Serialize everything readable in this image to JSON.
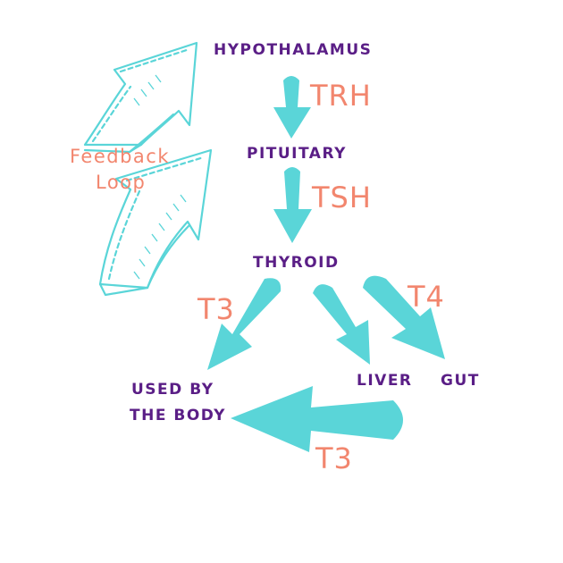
{
  "colors": {
    "arrow": "#5ad5d8",
    "node_text": "#5a1e86",
    "hormone_text": "#f2866e",
    "outline_arrow": "#5ad5d8"
  },
  "nodes": {
    "hypothalamus": "HYPOTHALAMUS",
    "pituitary": "PITUITARY",
    "thyroid": "THYROID",
    "used_by_body_line1": "USED BY",
    "used_by_body_line2": "THE BODY",
    "liver": "LIVER",
    "gut": "GUT"
  },
  "hormones": {
    "trh": "TRH",
    "tsh": "TSH",
    "t3_left": "T3",
    "t4": "T4",
    "t3_bottom": "T3"
  },
  "feedback": {
    "line1": "Feedback",
    "line2": "Loop"
  },
  "icons": {
    "feedback_arrows": "double-outline-curved-arrow-icon"
  }
}
